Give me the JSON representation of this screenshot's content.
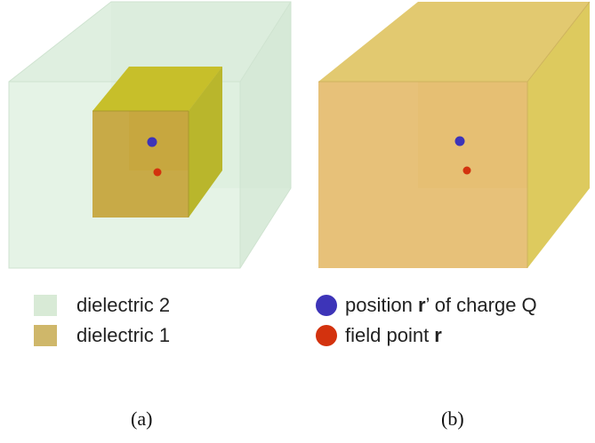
{
  "panel_a": {
    "caption": "(a)",
    "legend": [
      {
        "label": "dielectric 2",
        "color": "#d8ead6"
      },
      {
        "label": "dielectric 1",
        "color": "#cfb76a"
      }
    ]
  },
  "panel_b": {
    "caption": "(b)",
    "legend": [
      {
        "prefix": "position ",
        "bold": "r",
        "suffix": "’ of charge Q",
        "color": "#3d34b8"
      },
      {
        "prefix": "field point ",
        "bold": "r",
        "suffix": "",
        "color": "#d3320e"
      }
    ]
  },
  "colors": {
    "outer_cube_a": "#dcefdf",
    "inner_cube": "#c8b63a",
    "cube_b": "#e7c875",
    "charge": "#3d34b8",
    "field_point": "#d3320e"
  }
}
